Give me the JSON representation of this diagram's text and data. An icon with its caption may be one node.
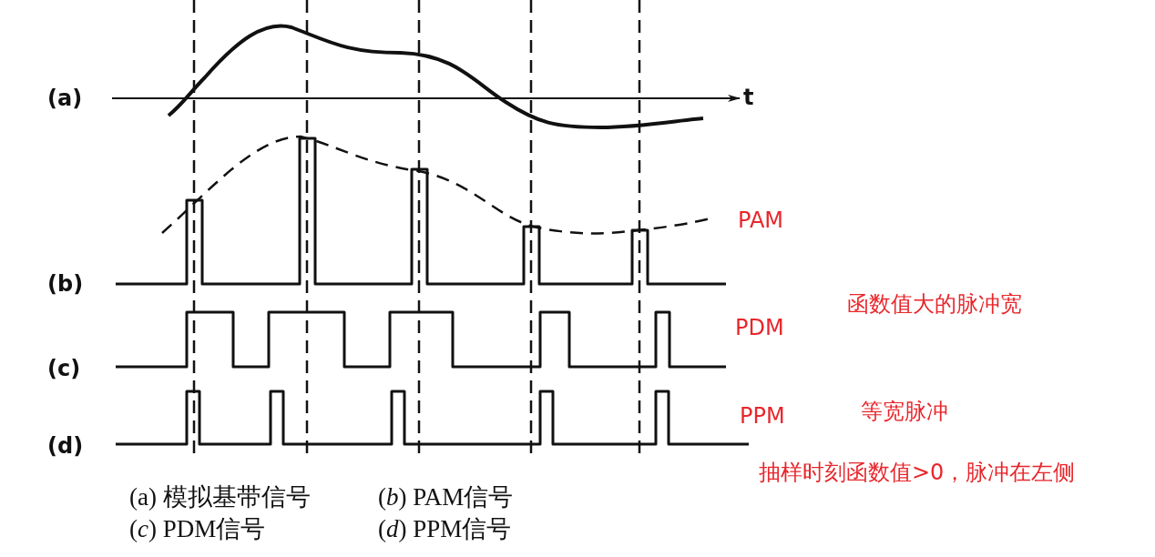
{
  "diagram": {
    "labels": [
      "(a)",
      "t",
      "(b)",
      "PAM",
      "(c)",
      "PDM",
      "函数值大的脉冲宽",
      "(d)",
      "PPM",
      "等宽脉冲",
      "抽样时刻函数值>0，脉冲在左侧",
      "(a) 模拟基带信号",
      "(*b*) PAM信号",
      "(*c*) PDM信号",
      "(*d*) PPM信号"
    ]
  }
}
